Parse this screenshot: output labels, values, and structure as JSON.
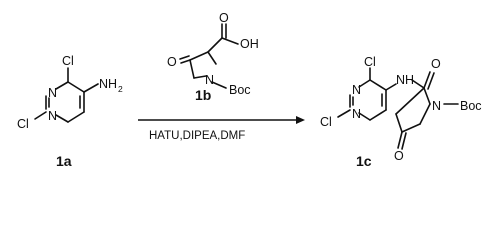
{
  "scheme": {
    "compounds": {
      "c1a": {
        "label": "1a"
      },
      "c1b": {
        "label": "1b"
      },
      "c1c": {
        "label": "1c"
      }
    },
    "atoms": {
      "cl": "Cl",
      "n": "N",
      "nh": "NH",
      "nh2_main": "NH",
      "nh2_sub": "2",
      "o": "O",
      "oh": "OH",
      "boc": "Boc"
    },
    "conditions": "HATU,DIPEA,DMF"
  }
}
